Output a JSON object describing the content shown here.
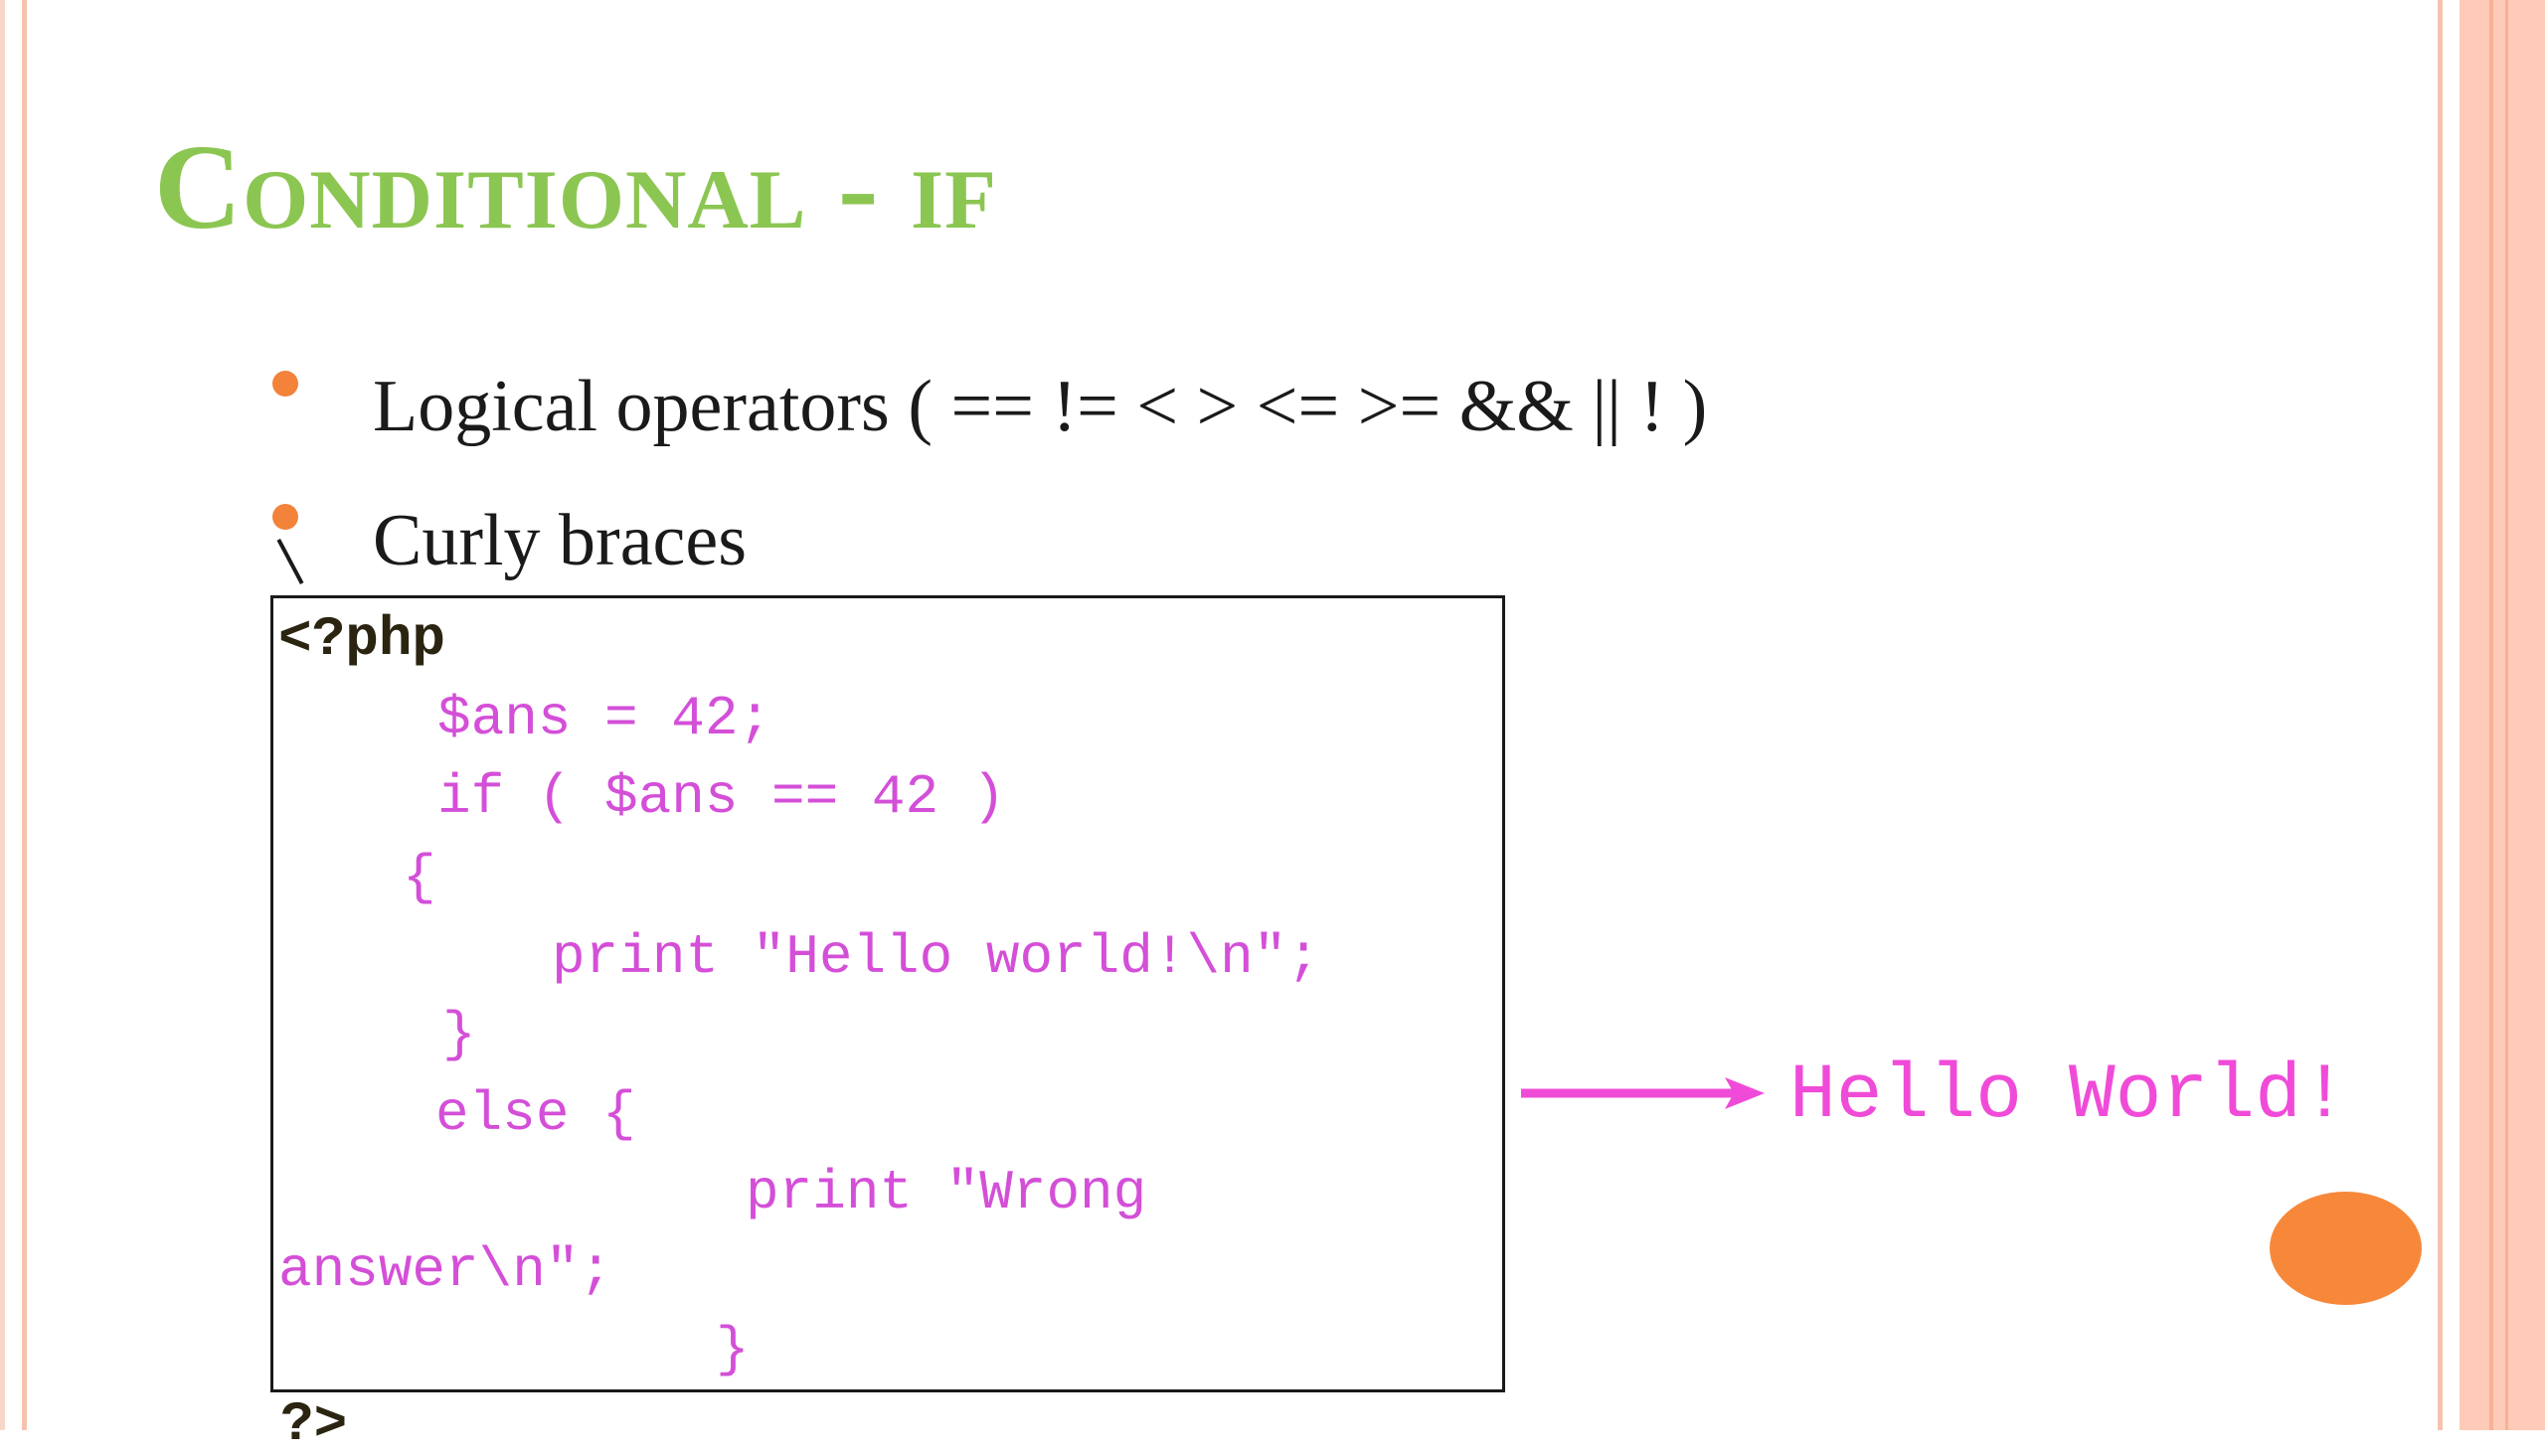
{
  "slide": {
    "title": "Conditional - if",
    "bullets": [
      {
        "text": "Logical operators ( ==  !=  <  >  <=  >=  &&  ||  ! )"
      },
      {
        "text": "Curly braces"
      }
    ],
    "stray_mark": "\\",
    "code": {
      "open_tag": "<?php",
      "lines": [
        "$ans = 42;",
        "if ( $ans == 42 )",
        "{",
        "print \"Hello world!\\n\";",
        "}",
        "else {",
        "print \"Wrong",
        "answer\\n\";",
        "}"
      ],
      "close_tag": "?>"
    },
    "output": "Hello World!",
    "colors": {
      "title": "#8cc652",
      "bullet": "#f3823a",
      "code": "#d44fd8",
      "php_tag": "#2a2411",
      "output": "#f04bd8",
      "arrow": "#f04bd8",
      "ellipse": "#f7883a",
      "frame": "#fdcbb7"
    }
  }
}
